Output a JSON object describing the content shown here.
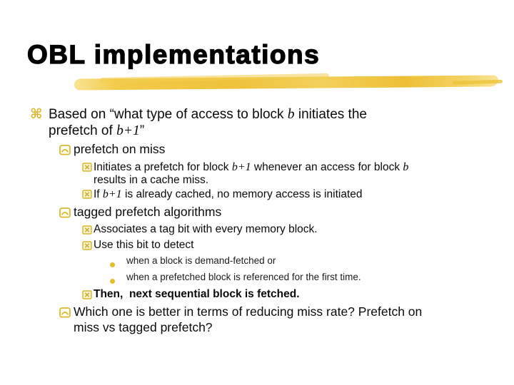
{
  "slide": {
    "title": "OBL implementations",
    "colors": {
      "title_text": "#000000",
      "body_text": "#0a0a0a",
      "bullet_gold": "#d9b82e",
      "bullet_gold_dark": "#c9a92a",
      "bullet_box_fill": "#faf2c8",
      "brush_gold": "#eec23a"
    },
    "icons": [
      "command-icon",
      "arc-box-icon",
      "x-box-icon",
      "dot-icon"
    ],
    "bullets": [
      {
        "level": 1,
        "icon": "command-icon",
        "segments": [
          {
            "text": "Based on “what type of access to block "
          },
          {
            "text": "b",
            "italic": true
          },
          {
            "text": " initiates the\nprefetch of "
          },
          {
            "text": "b+1",
            "italic": true
          },
          {
            "text": "”"
          }
        ]
      },
      {
        "level": 2,
        "icon": "arc-box-icon",
        "segments": [
          {
            "text": "prefetch on miss"
          }
        ]
      },
      {
        "level": 3,
        "icon": "x-box-icon",
        "segments": [
          {
            "text": "Initiates a prefetch for block "
          },
          {
            "text": "b+1",
            "italic": true
          },
          {
            "text": " whenever an access for block "
          },
          {
            "text": "b",
            "italic": true
          },
          {
            "text": "\nresults in a cache miss."
          }
        ]
      },
      {
        "level": 3,
        "icon": "x-box-icon",
        "segments": [
          {
            "text": "If "
          },
          {
            "text": "b+1",
            "italic": true
          },
          {
            "text": " is already cached, no memory access is initiated"
          }
        ]
      },
      {
        "level": 2,
        "icon": "arc-box-icon",
        "segments": [
          {
            "text": "tagged prefetch algorithms"
          }
        ]
      },
      {
        "level": 3,
        "icon": "x-box-icon",
        "segments": [
          {
            "text": "Associates a tag bit with every memory block."
          }
        ]
      },
      {
        "level": 3,
        "icon": "x-box-icon",
        "segments": [
          {
            "text": "Use this bit to detect"
          }
        ]
      },
      {
        "level": 4,
        "icon": "dot-icon",
        "segments": [
          {
            "text": "when a block is demand-fetched or"
          }
        ]
      },
      {
        "level": 4,
        "icon": "dot-icon",
        "segments": [
          {
            "text": "when a prefetched block is referenced for the first time."
          }
        ]
      },
      {
        "level": 3,
        "icon": "x-box-icon",
        "bold": true,
        "segments": [
          {
            "text": "Then,  next sequential block is fetched."
          }
        ]
      },
      {
        "level": 2,
        "icon": "arc-box-icon",
        "segments": [
          {
            "text": "Which one is better in terms of reducing miss rate? Prefetch on\nmiss vs tagged prefetch?"
          }
        ]
      }
    ]
  }
}
